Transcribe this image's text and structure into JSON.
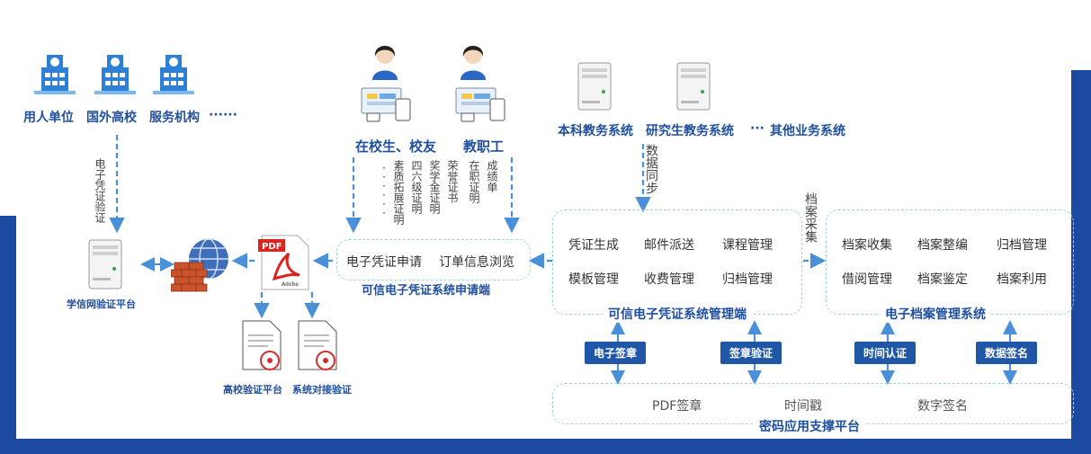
{
  "colors": {
    "navy": "#1f4f9e",
    "accent": "#1f57a6",
    "dash": "#9fd6dd",
    "arrow": "#4a90d9",
    "frame": "#1b4aa0"
  },
  "sources": {
    "labels": [
      "用人单位",
      "国外高校",
      "服务机构"
    ],
    "ellipsis": "······"
  },
  "verify_vertical": "电子凭证验证",
  "xuexin_label": "学信网验证平台",
  "users": {
    "student": "在校生、校友",
    "staff": "教职工",
    "student_certs": [
      "素质拓展证明",
      "四六级证明",
      "奖学金证明",
      "荣誉证书"
    ],
    "staff_certs": [
      "在职证明",
      "成绩单"
    ],
    "student_more": "······"
  },
  "apply_box": {
    "item1": "电子凭证申请",
    "item2": "订单信息浏览",
    "title": "可信电子凭证系统申请端"
  },
  "bottom_left": {
    "label1": "高校验证平台",
    "label2": "系统对接验证"
  },
  "biz": {
    "undergrad": "本科教务系统",
    "grad": "研究生教务系统",
    "more": "···",
    "other": "其他业务系统"
  },
  "data_sync": "数据同步",
  "archive_collect": "档案采集",
  "mgmt": {
    "items": [
      "凭证生成",
      "邮件派送",
      "课程管理",
      "模板管理",
      "收费管理",
      "归档管理"
    ],
    "title": "可信电子凭证系统管理端"
  },
  "archive": {
    "items": [
      "档案收集",
      "档案整编",
      "归档管理",
      "借阅管理",
      "档案鉴定",
      "档案利用"
    ],
    "title": "电子档案管理系统"
  },
  "badges": [
    "电子签章",
    "签章验证",
    "时间认证",
    "数据签名"
  ],
  "crypto": {
    "items": [
      "PDF签章",
      "时间戳",
      "数字签名"
    ],
    "title": "密码应用支撑平台"
  }
}
